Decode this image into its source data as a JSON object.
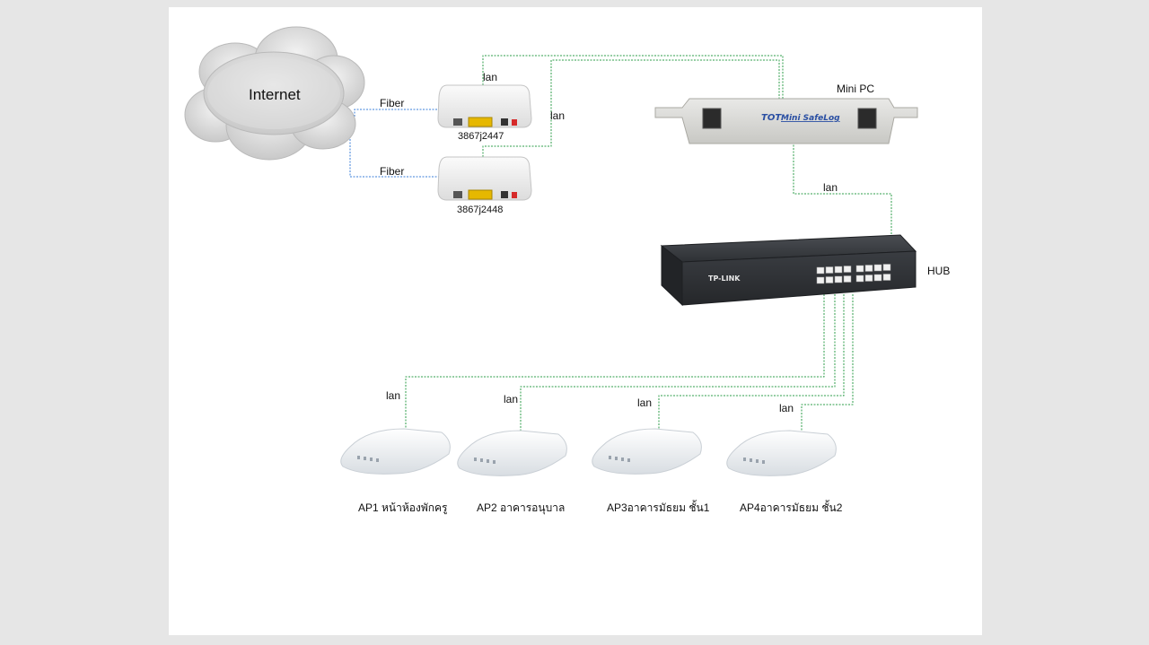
{
  "diagram": {
    "internet_label": "Internet",
    "fiber_label_1": "Fiber",
    "fiber_label_2": "Fiber",
    "modem_1_label": "3867j2447",
    "modem_2_label": "3867j2448",
    "lan_modem_1": "lan",
    "lan_modem_2": "lan",
    "minipc_label": "Mini PC",
    "minipc_brand": "Mini SafeLog",
    "minipc_logo": "TOT",
    "lan_minipc_hub": "lan",
    "hub_label": "HUB",
    "hub_brand": "TP-LINK",
    "lan_ap1": "lan",
    "lan_ap2": "lan",
    "lan_ap3": "lan",
    "lan_ap4": "lan",
    "ap1_label": "AP1 หน้าห้องพักครู",
    "ap2_label": "AP2 อาคารอนุบาล",
    "ap3_label": "AP3อาคารมัธยม ชั้น1",
    "ap4_label": "AP4อาคารมัธยม ชั้น2"
  },
  "colors": {
    "fiber_line": "#3b7fd9",
    "lan_line": "#2e9e4a",
    "canvas": "#ffffff",
    "background": "#e6e6e6"
  }
}
